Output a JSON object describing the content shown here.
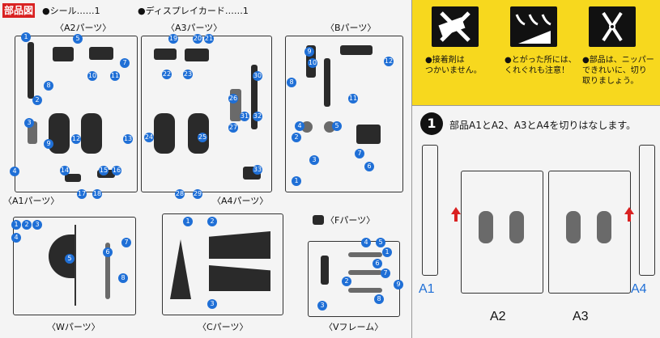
{
  "header": {
    "parts_diagram_label": "部品図",
    "seal_item": "●シール……1",
    "display_card_item": "●ディスプレイカード……1"
  },
  "sprues": {
    "a2": "〈A2パーツ〉",
    "a3": "〈A3パーツ〉",
    "b": "〈Bパーツ〉",
    "a1": "〈A1パーツ〉",
    "a4": "〈A4パーツ〉",
    "f": "〈Fパーツ〉",
    "w": "〈Wパーツ〉",
    "c": "〈Cパーツ〉",
    "v": "〈Vフレーム〉"
  },
  "notes": {
    "adhesive": "●接着剤は\nつかいません。",
    "sharp": "●とがった所には、\nくれぐれも注意！",
    "nipper": "●部品は、ニッパー\nできれいに、切り\n取りましょう。"
  },
  "step": {
    "number": "1",
    "instruction": "部品A1とA2、A3とA4を切りはなします。",
    "labels": {
      "a1": "A1",
      "a2": "A2",
      "a3": "A3",
      "a4": "A4"
    }
  },
  "icons": [
    "no-glue-icon",
    "sharp-edge-icon",
    "nipper-icon"
  ],
  "colors": {
    "accent_red": "#d92222",
    "marker_blue": "#1f6fd6",
    "panel_yellow": "#f7d81e"
  }
}
